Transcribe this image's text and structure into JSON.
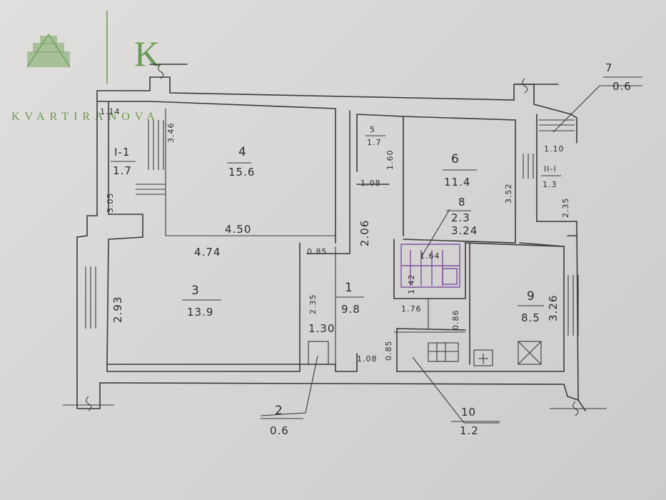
{
  "brand": {
    "letter": "K",
    "name": "KVARTIRANOVA",
    "color": "#6a9a55"
  },
  "rooms": [
    {
      "id": "1",
      "area": "9.8"
    },
    {
      "id": "2",
      "area": "0.6"
    },
    {
      "id": "3",
      "area": "13.9"
    },
    {
      "id": "4",
      "area": "15.6"
    },
    {
      "id": "5",
      "area": "1.7"
    },
    {
      "id": "6",
      "area": "11.4"
    },
    {
      "id": "7",
      "area": "0.6"
    },
    {
      "id": "8",
      "area": "2.3"
    },
    {
      "id": "9",
      "area": "8.5"
    },
    {
      "id": "10",
      "area": "1.2"
    },
    {
      "id": "I-1",
      "area": "1.7"
    },
    {
      "id": "II-I",
      "area": "1.3"
    }
  ],
  "dimensions": {
    "d_1_14": "1.14",
    "d_3_46": "3.46",
    "d_3_05": "3.05",
    "d_4_50": "4.50",
    "d_4_74": "4.74",
    "d_0_85_a": "0.85",
    "d_2_93": "2.93",
    "d_2_35_a": "2.35",
    "d_1_30": "1.30",
    "d_1_60": "1.60",
    "d_1_08": "1.08",
    "d_2_06": "2.06",
    "d_3_24": "3.24",
    "d_3_52": "3.52",
    "d_1_10": "1.10",
    "d_2_35_b": "2.35",
    "d_1_64": "1.64",
    "d_1_42": "1.42",
    "d_1_76": "1.76",
    "d_0_86": "0.86",
    "d_3_26": "3.26",
    "d_0_85_b": "0.85",
    "d_1_08_b": "1.08"
  }
}
